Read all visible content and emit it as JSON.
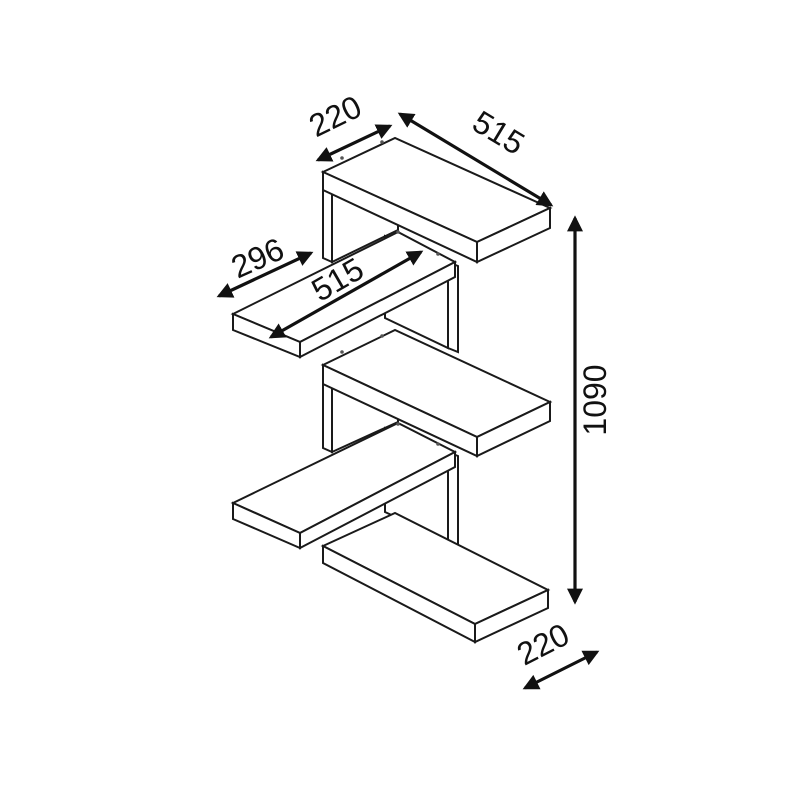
{
  "dimensions": {
    "top_depth": "220",
    "top_length": "515",
    "mid_depth": "296",
    "mid_length": "515",
    "total_height": "1090",
    "bottom_depth": "220"
  },
  "colors": {
    "line": "#1a1a1a",
    "background": "#ffffff"
  }
}
